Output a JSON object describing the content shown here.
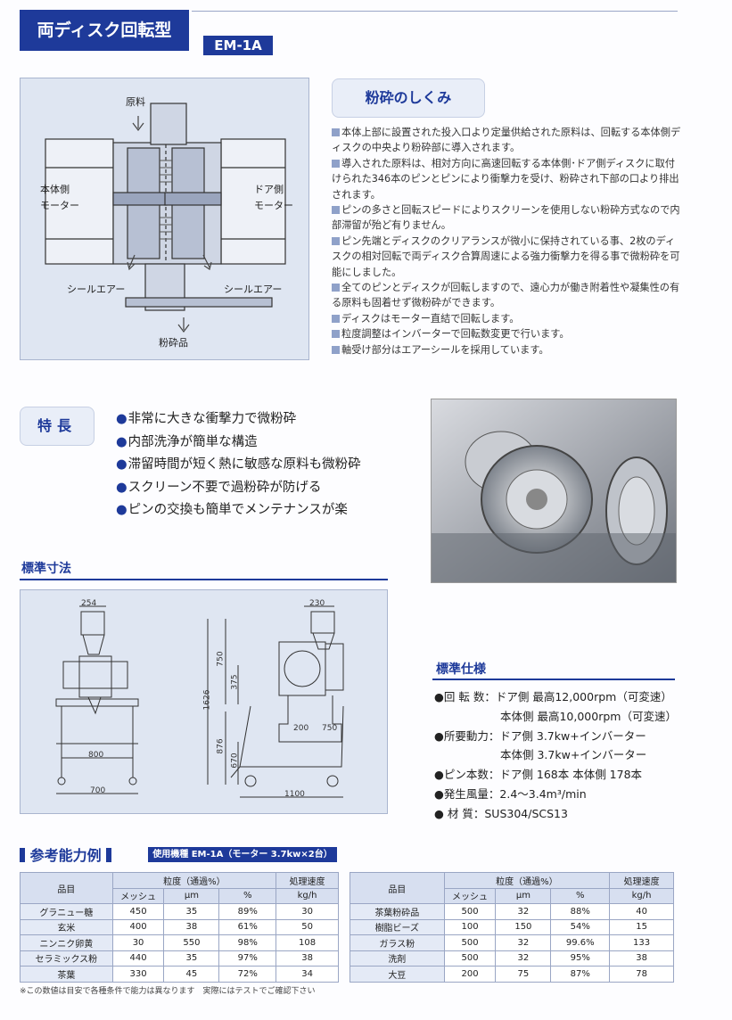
{
  "header": {
    "title": "両ディスク回転型",
    "model": "EM-1A"
  },
  "diagram": {
    "label_material": "原料",
    "label_body_motor": "本体側\nモーター",
    "label_door_motor": "ドア側\nモーター",
    "label_seal_air_left": "シールエアー",
    "label_seal_air_right": "シールエアー",
    "label_product": "粉砕品"
  },
  "mechanism": {
    "title": "粉砕のしくみ",
    "paragraphs": [
      "本体上部に設置された投入口より定量供給された原料は、回転する本体側ディスクの中央より粉砕部に導入されます。",
      "導入された原料は、相対方向に高速回転する本体側･ドア側ディスクに取付けられた346本のピンとピンにより衝撃力を受け、粉砕され下部の口より排出されます。",
      "ピンの多さと回転スピードによりスクリーンを使用しない粉砕方式なので内部滞留が殆ど有りません。",
      "ピン先端とディスクのクリアランスが微小に保持されている事、2枚のディスクの相対回転で両ディスク合算周速による強力衝撃力を得る事で微粉砕を可能にしました。",
      "全てのピンとディスクが回転しますので、遠心力が働き附着性や凝集性の有る原料も固着せず微粉砕ができます。",
      "ディスクはモーター直結で回転します。",
      "粒度調整はインバーターで回転数変更で行います。",
      "軸受け部分はエアーシールを採用しています。"
    ]
  },
  "features": {
    "title": "特長",
    "items": [
      "非常に大きな衝撃力で微粉砕",
      "内部洗浄が簡単な構造",
      "滞留時間が短く熱に敏感な原料も微粉砕",
      "スクリーン不要で過粉砕が防げる",
      "ピンの交換も簡単でメンテナンスが楽"
    ],
    "bullet": "●"
  },
  "dimensions": {
    "title": "標準寸法",
    "front": {
      "top_width": "254",
      "leg_width": "800",
      "base_width": "700"
    },
    "side": {
      "top_width": "230",
      "total_height": "1626",
      "upper_height": "750",
      "mid_height": "375",
      "lower_height": "876",
      "lower_mid": "670",
      "hopper": "200",
      "hopper2": "750",
      "base_width": "1100"
    }
  },
  "specs": {
    "title": "標準仕様",
    "rows": [
      {
        "text": "●回 転 数：ドア側 最高12,000rpm（可変速）"
      },
      {
        "text": "本体側 最高10,000rpm（可変速）",
        "indent": true
      },
      {
        "text": "●所要動力：ドア側 3.7kw+インバーター"
      },
      {
        "text": "本体側 3.7kw+インバーター",
        "indent": true
      },
      {
        "text": "●ピン本数：ドア側 168本 本体側 178本"
      },
      {
        "text": "●発生風量：2.4〜3.4m³/min"
      },
      {
        "text": "● 材 質：SUS304/SCS13"
      }
    ]
  },
  "capacity": {
    "title": "参考能力例",
    "condition": "使用機種 EM-1A（モーター 3.7kw×2台）",
    "headers": {
      "item": "品目",
      "particle": "粒度（通過%）",
      "speed": "処理速度",
      "mesh": "メッシュ",
      "um": "μm",
      "pct": "%",
      "kgh": "kg/h"
    },
    "left_rows": [
      [
        "グラニュー糖",
        "450",
        "35",
        "89%",
        "30"
      ],
      [
        "玄米",
        "400",
        "38",
        "61%",
        "50"
      ],
      [
        "ニンニク卵黄",
        "30",
        "550",
        "98%",
        "108"
      ],
      [
        "セラミックス粉",
        "440",
        "35",
        "97%",
        "38"
      ],
      [
        "茶葉",
        "330",
        "45",
        "72%",
        "34"
      ]
    ],
    "right_rows": [
      [
        "茶葉粉砕品",
        "500",
        "32",
        "88%",
        "40"
      ],
      [
        "樹脂ビーズ",
        "100",
        "150",
        "54%",
        "15"
      ],
      [
        "ガラス粉",
        "500",
        "32",
        "99.6%",
        "133"
      ],
      [
        "洗剤",
        "500",
        "32",
        "95%",
        "38"
      ],
      [
        "大豆",
        "200",
        "75",
        "87%",
        "78"
      ]
    ]
  },
  "note": "※この数値は目安で各種条件で能力は異なります　実際にはテストでご確認下さい",
  "colors": {
    "accent": "#1e3a9a",
    "panel": "#dfe6f2"
  }
}
